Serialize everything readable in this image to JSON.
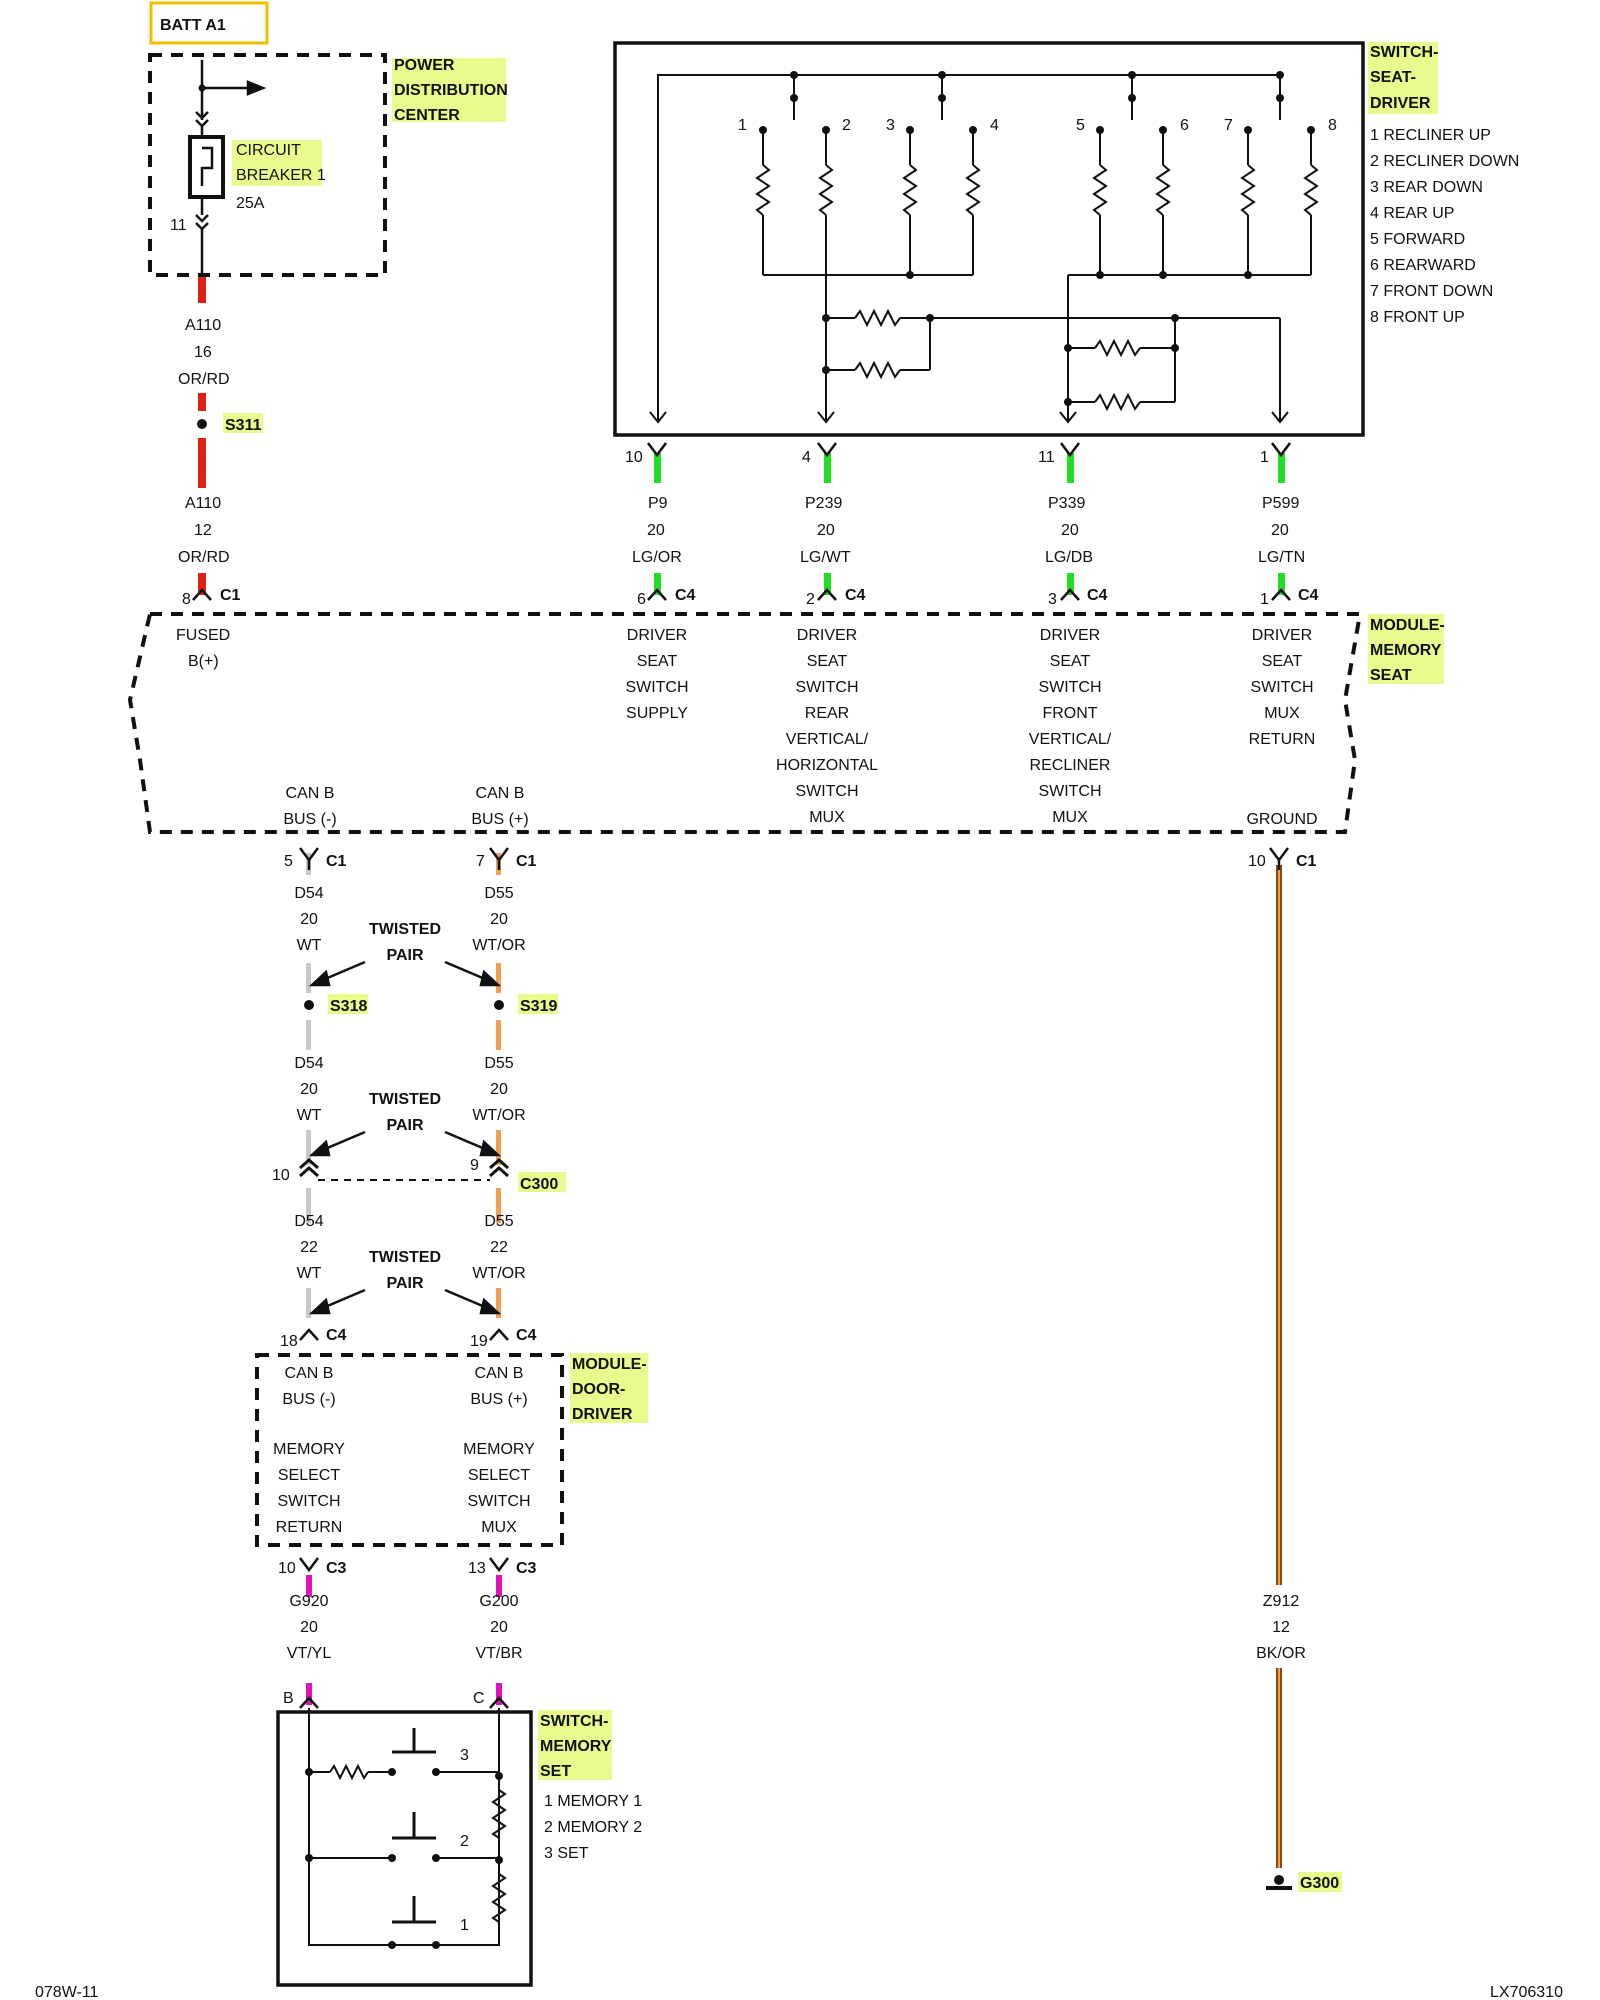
{
  "colors": {
    "red": "#e02010",
    "green": "#22dd22",
    "gray": "#c8c8c8",
    "orange": "#f0a050",
    "magenta": "#e010c0",
    "brown": "#8a4a10",
    "highlight": "#e8fb8c",
    "batt_border": "#f0c000"
  },
  "batt": {
    "label": "BATT A1"
  },
  "pdc": {
    "title": [
      "POWER",
      "DISTRIBUTION",
      "CENTER"
    ],
    "breaker": [
      "CIRCUIT",
      "BREAKER 1"
    ],
    "rating": "25A",
    "pin": "11"
  },
  "wire_a110_upper": {
    "circuit": "A110",
    "gauge": "16",
    "color": "OR/RD"
  },
  "splice_s311": "S311",
  "wire_a110_lower": {
    "circuit": "A110",
    "gauge": "12",
    "color": "OR/RD"
  },
  "switch_seat": {
    "title": [
      "SWITCH-",
      "SEAT-",
      "DRIVER"
    ],
    "functions": [
      "1 RECLINER UP",
      "2 RECLINER DOWN",
      "3 REAR DOWN",
      "4 REAR UP",
      "5 FORWARD",
      "6 REARWARD",
      "7 FRONT DOWN",
      "8 FRONT UP"
    ],
    "contacts": [
      "1",
      "2",
      "3",
      "4",
      "5",
      "6",
      "7",
      "8"
    ],
    "pins": [
      "10",
      "4",
      "11",
      "1"
    ]
  },
  "seat_wires": [
    {
      "circuit": "P9",
      "gauge": "20",
      "color": "LG/OR",
      "c4_pin": "6"
    },
    {
      "circuit": "P239",
      "gauge": "20",
      "color": "LG/WT",
      "c4_pin": "2"
    },
    {
      "circuit": "P339",
      "gauge": "20",
      "color": "LG/DB",
      "c4_pin": "3"
    },
    {
      "circuit": "P599",
      "gauge": "20",
      "color": "LG/TN",
      "c4_pin": "1"
    }
  ],
  "connectors": {
    "c1": "C1",
    "c3": "C3",
    "c4": "C4",
    "c300": "C300"
  },
  "memory_module": {
    "title": [
      "MODULE-",
      "MEMORY",
      "SEAT"
    ],
    "fused": [
      "FUSED",
      "B(+)"
    ],
    "fused_pin": "8",
    "functions": [
      [
        "DRIVER",
        "SEAT",
        "SWITCH",
        "SUPPLY"
      ],
      [
        "DRIVER",
        "SEAT",
        "SWITCH",
        "REAR",
        "VERTICAL/",
        "HORIZONTAL",
        "SWITCH",
        "MUX"
      ],
      [
        "DRIVER",
        "SEAT",
        "SWITCH",
        "FRONT",
        "VERTICAL/",
        "RECLINER",
        "SWITCH",
        "MUX"
      ],
      [
        "DRIVER",
        "SEAT",
        "SWITCH",
        "MUX",
        "RETURN"
      ]
    ],
    "can_neg": [
      "CAN B",
      "BUS (-)"
    ],
    "can_pos": [
      "CAN B",
      "BUS (+)"
    ],
    "ground": "GROUND",
    "pins": {
      "can_neg": "5",
      "can_pos": "7",
      "ground": "10"
    }
  },
  "can_wires": {
    "d54_a": {
      "circuit": "D54",
      "gauge": "20",
      "color": "WT"
    },
    "d55_a": {
      "circuit": "D55",
      "gauge": "20",
      "color": "WT/OR"
    },
    "d54_b": {
      "circuit": "D54",
      "gauge": "20",
      "color": "WT"
    },
    "d55_b": {
      "circuit": "D55",
      "gauge": "20",
      "color": "WT/OR"
    },
    "d54_c": {
      "circuit": "D54",
      "gauge": "22",
      "color": "WT"
    },
    "d55_c": {
      "circuit": "D55",
      "gauge": "22",
      "color": "WT/OR"
    }
  },
  "twisted_pair": [
    "TWISTED",
    "PAIR"
  ],
  "splices": {
    "s318": "S318",
    "s319": "S319"
  },
  "c300_pins": {
    "left": "10",
    "right": "9"
  },
  "door_module": {
    "title": [
      "MODULE-",
      "DOOR-",
      "DRIVER"
    ],
    "can_neg": [
      "CAN B",
      "BUS (-)"
    ],
    "can_pos": [
      "CAN B",
      "BUS (+)"
    ],
    "mem_return": [
      "MEMORY",
      "SELECT",
      "SWITCH",
      "RETURN"
    ],
    "mem_mux": [
      "MEMORY",
      "SELECT",
      "SWITCH",
      "MUX"
    ],
    "c4_pins": {
      "left": "18",
      "right": "19"
    },
    "c3_pins": {
      "left": "10",
      "right": "13"
    }
  },
  "memory_wires": [
    {
      "circuit": "G920",
      "gauge": "20",
      "color": "VT/YL",
      "pin": "B"
    },
    {
      "circuit": "G200",
      "gauge": "20",
      "color": "VT/BR",
      "pin": "C"
    }
  ],
  "memory_switch": {
    "title": [
      "SWITCH-",
      "MEMORY",
      "SET"
    ],
    "functions": [
      "1 MEMORY 1",
      "2 MEMORY 2",
      "3 SET"
    ],
    "buttons": [
      "3",
      "2",
      "1"
    ]
  },
  "ground_wire": {
    "circuit": "Z912",
    "gauge": "12",
    "color": "BK/OR"
  },
  "ground_point": "G300",
  "footer": {
    "left": "078W-11",
    "right": "LX706310"
  }
}
